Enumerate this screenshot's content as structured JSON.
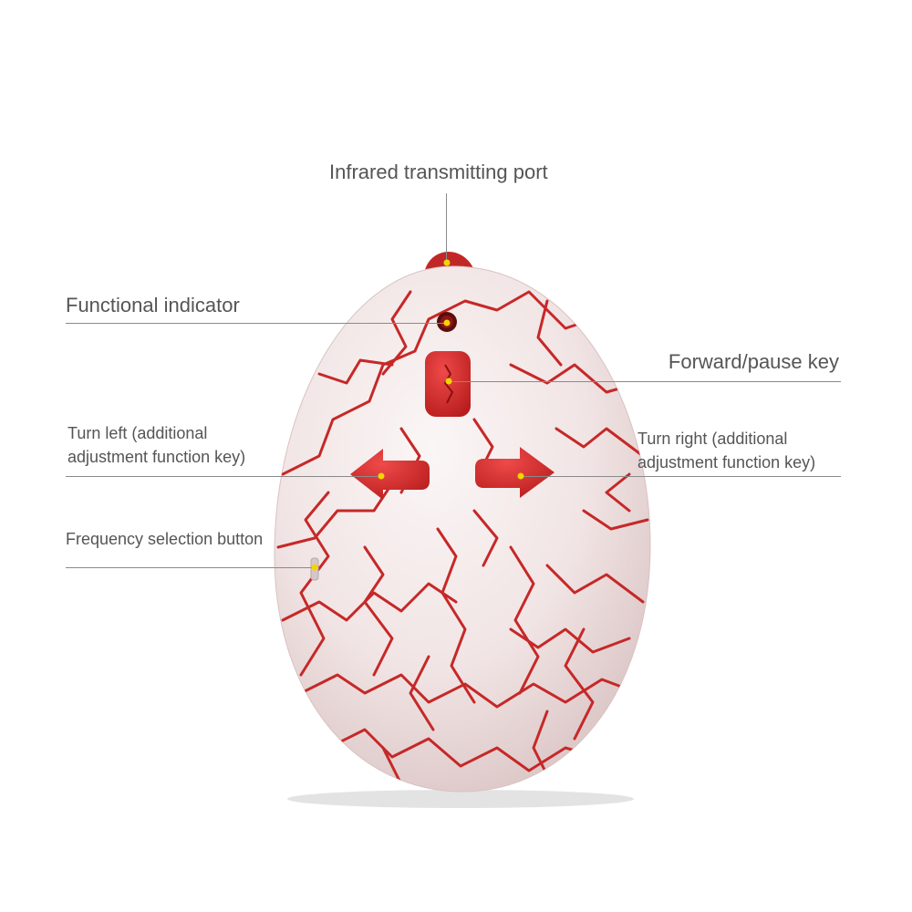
{
  "colors": {
    "label_text": "#555555",
    "leader_line": "#8a8a8a",
    "pointer_dot": "#f2d500",
    "shell_base": "#f5ecec",
    "crack": "#c62828",
    "button_red": "#d72d2d",
    "shadow": "#cfcfcf"
  },
  "labels": {
    "infrared_port": "Infrared transmitting port",
    "functional_indicator": "Functional indicator",
    "forward_pause": "Forward/pause key",
    "turn_left_line1": "Turn left (additional",
    "turn_left_line2": "adjustment function key)",
    "turn_right_line1": "Turn right (additional",
    "turn_right_line2": "adjustment function key)",
    "frequency_button": "Frequency selection button"
  },
  "device": {
    "name_icon": "egg-remote-control",
    "buttons": [
      "forward-pause-key",
      "turn-left-key",
      "turn-right-key"
    ],
    "indicator_icon": "led-indicator-icon",
    "port_icon": "infrared-port-icon",
    "switch_icon": "frequency-switch-icon"
  }
}
